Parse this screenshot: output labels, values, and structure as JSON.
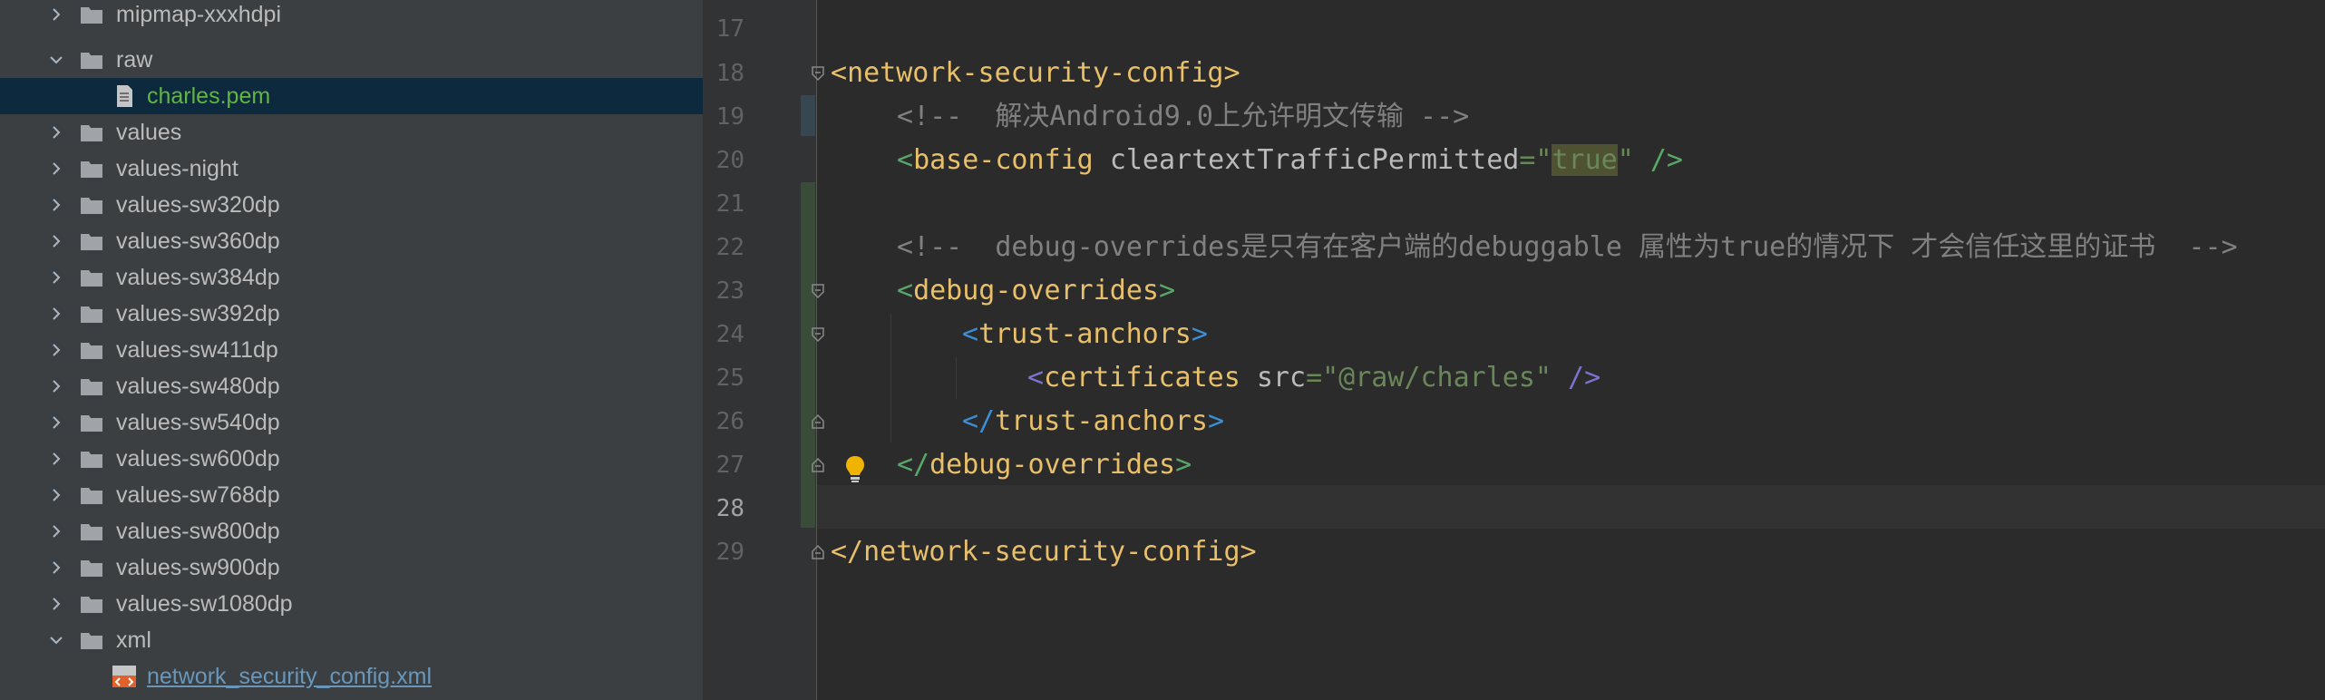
{
  "tree": {
    "items": [
      {
        "label": "mipmap-xxxhdpi",
        "type": "folder",
        "expanded": false
      },
      {
        "label": "raw",
        "type": "folder",
        "expanded": true
      },
      {
        "label": "charles.pem",
        "type": "file-pem",
        "selected": true
      },
      {
        "label": "values",
        "type": "folder",
        "expanded": false
      },
      {
        "label": "values-night",
        "type": "folder",
        "expanded": false
      },
      {
        "label": "values-sw320dp",
        "type": "folder",
        "expanded": false
      },
      {
        "label": "values-sw360dp",
        "type": "folder",
        "expanded": false
      },
      {
        "label": "values-sw384dp",
        "type": "folder",
        "expanded": false
      },
      {
        "label": "values-sw392dp",
        "type": "folder",
        "expanded": false
      },
      {
        "label": "values-sw411dp",
        "type": "folder",
        "expanded": false
      },
      {
        "label": "values-sw480dp",
        "type": "folder",
        "expanded": false
      },
      {
        "label": "values-sw540dp",
        "type": "folder",
        "expanded": false
      },
      {
        "label": "values-sw600dp",
        "type": "folder",
        "expanded": false
      },
      {
        "label": "values-sw768dp",
        "type": "folder",
        "expanded": false
      },
      {
        "label": "values-sw800dp",
        "type": "folder",
        "expanded": false
      },
      {
        "label": "values-sw900dp",
        "type": "folder",
        "expanded": false
      },
      {
        "label": "values-sw1080dp",
        "type": "folder",
        "expanded": false
      },
      {
        "label": "xml",
        "type": "folder",
        "expanded": true
      },
      {
        "label": "network_security_config.xml",
        "type": "file-xml"
      }
    ]
  },
  "editor": {
    "line_numbers": [
      "17",
      "18",
      "19",
      "20",
      "21",
      "22",
      "23",
      "24",
      "25",
      "26",
      "27",
      "28",
      "29"
    ],
    "current_line": "28",
    "code": {
      "l18_open": "<",
      "l18_tag": "network-security-config",
      "l18_close": ">",
      "l19_comment": "<!--  解决Android9.0上允许明文传输 -->",
      "l20_open": "<",
      "l20_tag": "base-config",
      "l20_attr": "cleartextTrafficPermitted",
      "l20_eq": "=\"",
      "l20_val": "true",
      "l20_q": "\"",
      "l20_close": " />",
      "l22_comment": "<!--  debug-overrides是只有在客户端的debuggable 属性为true的情况下 才会信任这里的证书  -->",
      "l23_open": "<",
      "l23_tag": "debug-overrides",
      "l23_close": ">",
      "l24_open": "<",
      "l24_tag": "trust-anchors",
      "l24_close": ">",
      "l25_open": "<",
      "l25_tag": "certificates",
      "l25_attr": "src",
      "l25_eq": "=",
      "l25_val": "\"@raw/charles\"",
      "l25_close": " />",
      "l26_open": "</",
      "l26_tag": "trust-anchors",
      "l26_close": ">",
      "l27_open": "</",
      "l27_tag": "debug-overrides",
      "l27_close": ">",
      "l29_open": "</",
      "l29_tag": "network-security-config",
      "l29_close": ">"
    }
  },
  "icons": {
    "expand": "chevron-right-icon",
    "collapse": "chevron-down-icon",
    "folder": "folder-icon",
    "file": "file-icon",
    "xml": "xml-file-icon",
    "bulb": "lightbulb-icon"
  },
  "colors": {
    "tree_bg": "#3c3f41",
    "editor_bg": "#2b2b2b",
    "selected_row": "#0d293e",
    "tag": "#e8bf6a",
    "string": "#6a8759",
    "comment": "#808080",
    "file_green": "#62b543",
    "file_blue": "#6897bb"
  }
}
